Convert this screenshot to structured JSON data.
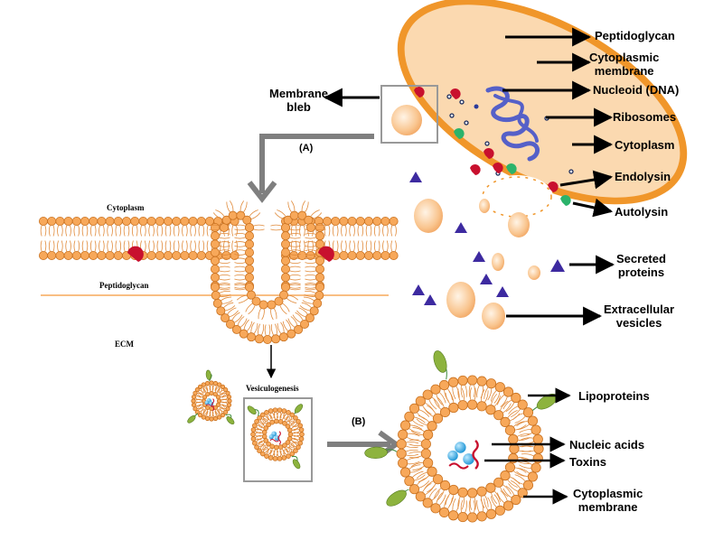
{
  "labels": {
    "peptidoglycan": "Peptidoglycan",
    "cytoplasmic_membrane_line1": "Cytoplasmic",
    "cytoplasmic_membrane_line2": "membrane",
    "nucleoid": "Nucleoid (DNA)",
    "ribosomes": "Ribosomes",
    "cytoplasm": "Cytoplasm",
    "endolysin": "Endolysin",
    "autolysin": "Autolysin",
    "membrane_bleb_line1": "Membrane",
    "membrane_bleb_line2": "bleb",
    "secreted_proteins_line1": "Secreted",
    "secreted_proteins_line2": "proteins",
    "extracellular_vesicles_line1": "Extracellular",
    "extracellular_vesicles_line2": "vesicles",
    "lipoproteins": "Lipoproteins",
    "nucleic_acids": "Nucleic acids",
    "toxins": "Toxins",
    "vesicle_membrane_line1": "Cytoplasmic",
    "vesicle_membrane_line2": "membrane"
  },
  "detail": {
    "cytoplasm": "Cytoplasm",
    "peptidoglycan": "Peptidoglycan",
    "ecm": "ECM",
    "vesiculogenesis": "Vesiculogenesis"
  },
  "steps": {
    "a": "(A)",
    "b": "(B)"
  },
  "colors": {
    "cell_wall": "#f0962a",
    "cytoplasm": "#fbd9b0",
    "lipid_head": "#f7a85a",
    "nucleoid": "#5560c8",
    "endolysin": "#c8102e",
    "autolysin": "#2bb36b",
    "secreted_protein": "#3d2aa0",
    "nucleic_acid": "#29a8e0",
    "lipoprotein": "#8db33e"
  }
}
